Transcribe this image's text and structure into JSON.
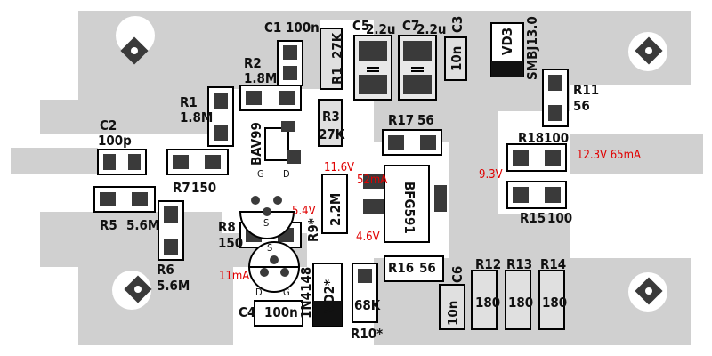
{
  "board": {
    "background": "#ffffff",
    "copper": "#d0d0d0",
    "pad": "#3a3a3a",
    "outline": "#000000",
    "measurement_color": "#e00000"
  },
  "components": {
    "C1": {
      "ref": "C1",
      "value": "100n"
    },
    "C2": {
      "ref": "C2",
      "value": "100p"
    },
    "C3": {
      "ref": "C3",
      "value": "10n"
    },
    "C4": {
      "ref": "C4",
      "value": "100n"
    },
    "C5": {
      "ref": "C5",
      "value": "2.2u"
    },
    "C6": {
      "ref": "C6",
      "value": "10n"
    },
    "C7": {
      "ref": "C7",
      "value": "2.2u"
    },
    "R1": {
      "ref": "R1",
      "value": "1.8M"
    },
    "R1b": {
      "ref": "R1",
      "value": "27K"
    },
    "R2": {
      "ref": "R2",
      "value": "1.8M"
    },
    "R3": {
      "ref": "R3",
      "value": "27K"
    },
    "R5": {
      "ref": "R5",
      "value": "5.6M"
    },
    "R6": {
      "ref": "R6",
      "value": "5.6M"
    },
    "R7": {
      "ref": "R7",
      "value": "150"
    },
    "R8": {
      "ref": "R8",
      "value": "150"
    },
    "R9": {
      "ref": "R9*",
      "value": "2.2M"
    },
    "R10": {
      "ref": "R10*",
      "value": "68K"
    },
    "R11": {
      "ref": "R11",
      "value": "56"
    },
    "R12": {
      "ref": "R12",
      "value": "180"
    },
    "R13": {
      "ref": "R13",
      "value": "180"
    },
    "R14": {
      "ref": "R14",
      "value": "180"
    },
    "R15": {
      "ref": "R15",
      "value": "100"
    },
    "R16": {
      "ref": "R16",
      "value": "56"
    },
    "R17": {
      "ref": "R17",
      "value": "56"
    },
    "R18": {
      "ref": "R18",
      "value": "100"
    },
    "VD1": {
      "ref": "BAV99"
    },
    "VD2": {
      "ref": "VD2*",
      "value": "1N4148"
    },
    "VD3": {
      "ref": "VD3",
      "value": "SMBJ13.0"
    },
    "Q": {
      "ref": "BFG591"
    }
  },
  "jfet_pins": {
    "g": "G",
    "d": "D",
    "s": "S"
  },
  "measurements": {
    "v1": "11.6V",
    "v2": "5.4V",
    "v3": "4.6V",
    "v4": "9.3V",
    "v5": "12.3V 65mA",
    "i1": "52mA",
    "i2": "11mA"
  }
}
